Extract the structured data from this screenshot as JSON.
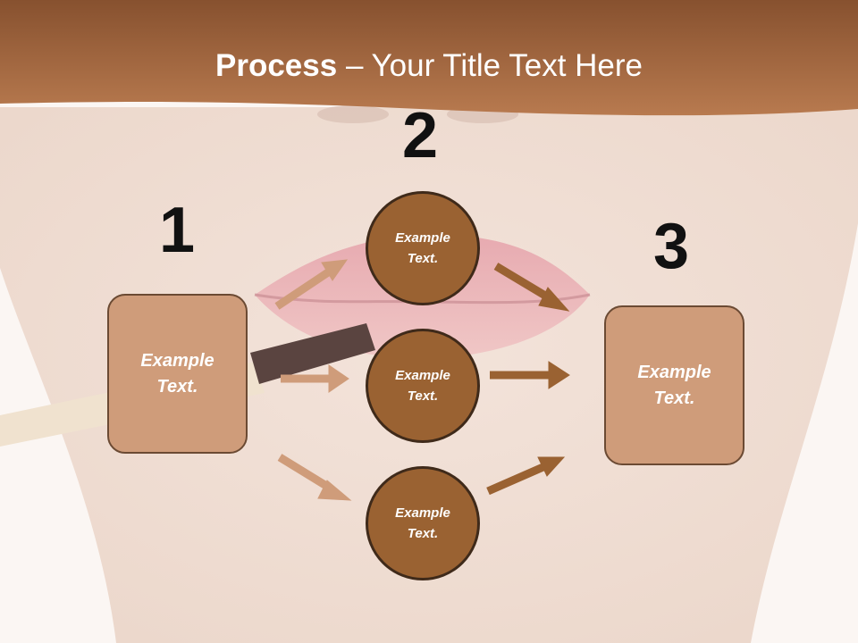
{
  "title": {
    "bold": "Process",
    "rest": " – Your Title Text Here"
  },
  "steps": {
    "n1": "1",
    "n2": "2",
    "n3": "3"
  },
  "left_box": {
    "text": "Example Text."
  },
  "right_box": {
    "text": "Example Text."
  },
  "circles": [
    {
      "text": "Example Text."
    },
    {
      "text": "Example Text."
    },
    {
      "text": "Example Text."
    }
  ],
  "colors": {
    "header": "#a9683c",
    "box_fill": "#cf9c7a",
    "circle_fill": "#9a6232",
    "arrow_light": "#cf9c7a",
    "arrow_dark": "#9a6232"
  }
}
